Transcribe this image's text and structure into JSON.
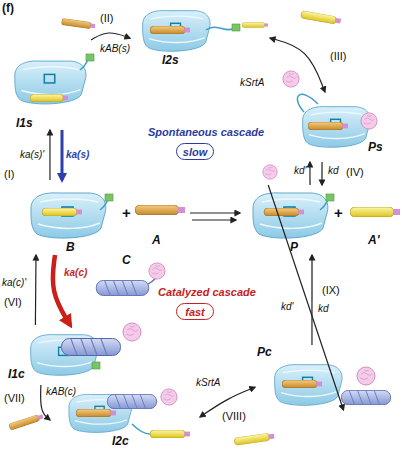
{
  "diagram": {
    "nodes": [
      {
        "text": [
          "I1s"
        ]
      },
      {
        "text": [
          "I2s"
        ]
      },
      {
        "text": [
          "Ps"
        ]
      },
      {
        "text": [
          "B"
        ]
      },
      {
        "text": [
          "A"
        ]
      },
      {
        "text": [
          "P"
        ]
      },
      {
        "text": [
          "A'"
        ]
      },
      {
        "text": [
          "C"
        ]
      },
      {
        "text": [
          "I1c"
        ]
      },
      {
        "text": [
          "I2c"
        ]
      },
      {
        "text": [
          "Pc"
        ]
      },
      {
        "text": [
          "slow"
        ]
      },
      {
        "text": [
          "fast"
        ]
      }
    ],
    "edges": [
      {
        "from": 3,
        "to": 0,
        "arrow": "to",
        "label": "ka(s)'"
      },
      {
        "from": 0,
        "to": 3,
        "arrow": "to",
        "label": "ka(s)"
      },
      {
        "from": 0,
        "to": 1,
        "arrow": "to",
        "label": "kAB(s)"
      },
      {
        "from": 1,
        "to": 2,
        "arrow": "both",
        "label": "kSrtA"
      },
      {
        "from": 2,
        "to": 5,
        "arrow": "to",
        "label": "kd"
      },
      {
        "from": 5,
        "to": 2,
        "arrow": "to",
        "label": "kd'"
      },
      {
        "from": 4,
        "to": 5,
        "arrow": "to"
      },
      {
        "from": 3,
        "to": 8,
        "arrow": "to",
        "label": "ka(c)"
      },
      {
        "from": 8,
        "to": 3,
        "arrow": "to",
        "label": "ka(c)'"
      },
      {
        "from": 8,
        "to": 9,
        "arrow": "to",
        "label": "kAB(c)"
      },
      {
        "from": 9,
        "to": 10,
        "arrow": "both",
        "label": "kSrtA"
      },
      {
        "from": 10,
        "to": 5,
        "arrow": "to",
        "label": "kd"
      },
      {
        "from": 5,
        "to": 10,
        "arrow": "to",
        "label": "kd'"
      }
    ],
    "labels": [
      "(f)",
      "(I)",
      "(II)",
      "(III)",
      "(IV)",
      "Spontaneous cascade",
      "+",
      "+",
      "(VI)",
      "Catalyzed cascade",
      "(VII)",
      "(VIII)",
      "(IX)"
    ]
  }
}
